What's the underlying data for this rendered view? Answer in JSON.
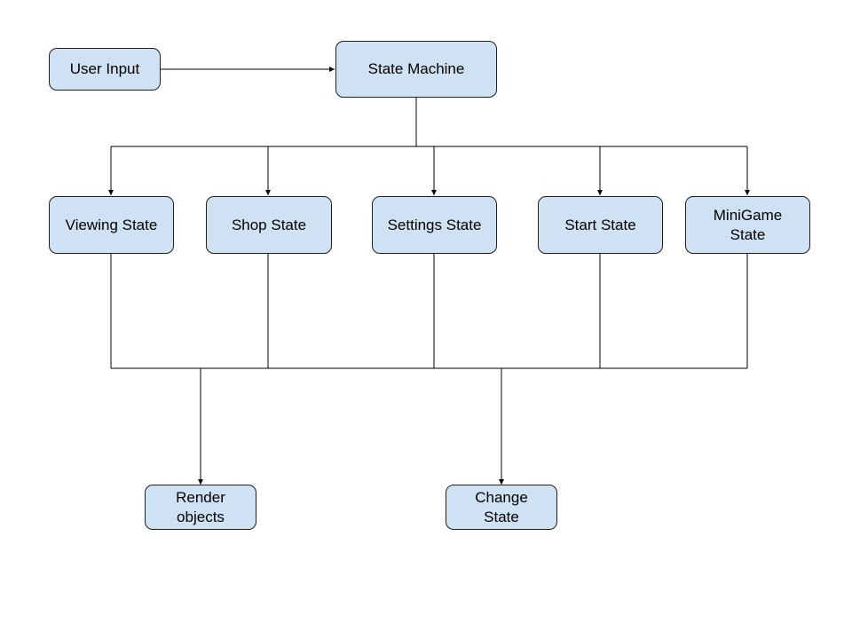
{
  "colors": {
    "box_fill": "#cfe2f3",
    "box_border": "#1f1f1f",
    "connector": "#000000",
    "background": "#ffffff"
  },
  "nodes": {
    "user_input": "User Input",
    "state_machine": "State Machine",
    "viewing_state": "Viewing State",
    "shop_state": "Shop State",
    "settings_state": "Settings State",
    "start_state": "Start State",
    "minigame_state": "MiniGame\nState",
    "render_objects": "Render\nobjects",
    "change_state": "Change\nState"
  },
  "edges": [
    {
      "from": "User Input",
      "to": "State Machine"
    },
    {
      "from": "State Machine",
      "to": "Viewing State"
    },
    {
      "from": "State Machine",
      "to": "Shop State"
    },
    {
      "from": "State Machine",
      "to": "Settings State"
    },
    {
      "from": "State Machine",
      "to": "Start State"
    },
    {
      "from": "State Machine",
      "to": "MiniGame State"
    },
    {
      "from": "States",
      "to": "Render objects"
    },
    {
      "from": "States",
      "to": "Change State"
    }
  ]
}
